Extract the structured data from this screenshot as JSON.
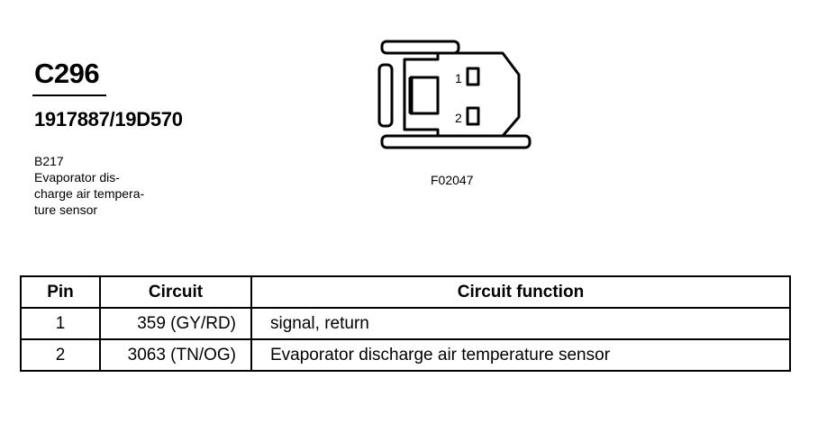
{
  "connector": {
    "id": "C296",
    "part_number": "1917887/19D570"
  },
  "component": {
    "code": "B217",
    "description_lines": [
      "Evaporator dis-",
      "charge air tempera-",
      "ture sensor"
    ]
  },
  "diagram": {
    "pin_labels": [
      "1",
      "2"
    ],
    "figure_ref": "F02047"
  },
  "table": {
    "headers": {
      "pin": "Pin",
      "circuit": "Circuit",
      "function": "Circuit function"
    },
    "rows": [
      {
        "pin": "1",
        "circuit": "359 (GY/RD)",
        "function": "signal, return"
      },
      {
        "pin": "2",
        "circuit": "3063 (TN/OG)",
        "function": "Evaporator discharge air temperature sensor"
      }
    ]
  }
}
